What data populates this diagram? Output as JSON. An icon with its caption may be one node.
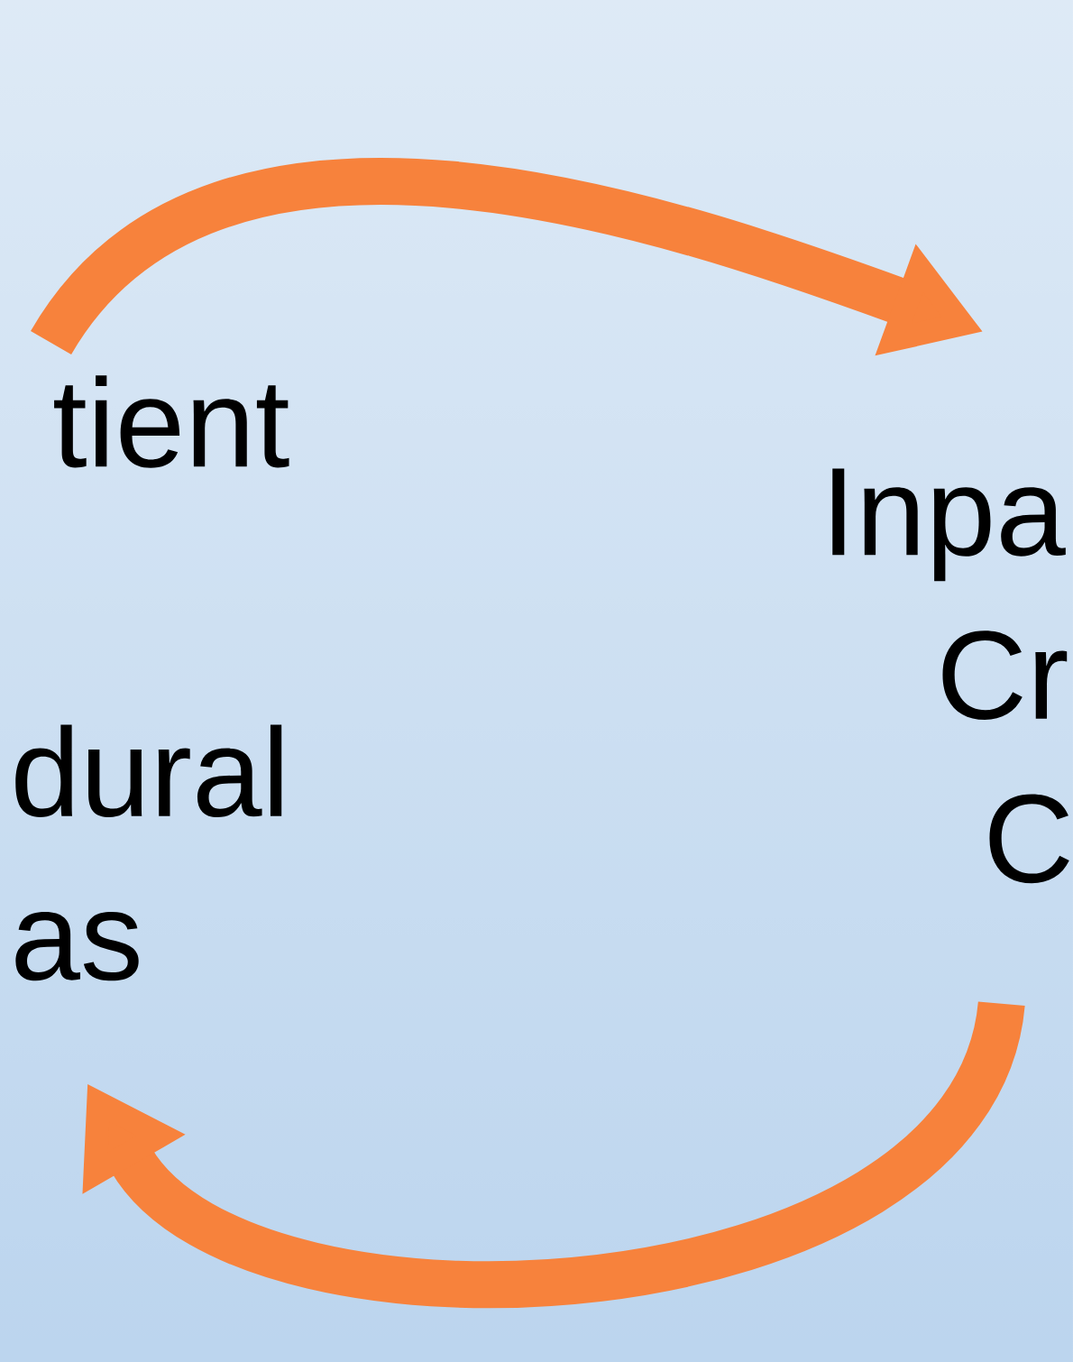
{
  "diagram": {
    "nodes": [
      {
        "text": [
          "tient",
          "dural",
          "as"
        ]
      },
      {
        "text": [
          "Inpa",
          "Cr",
          "C"
        ]
      }
    ],
    "edges": [
      {
        "from": 0,
        "to": 1,
        "arrow": "to"
      },
      {
        "from": 1,
        "to": 0,
        "arrow": "to"
      }
    ]
  }
}
